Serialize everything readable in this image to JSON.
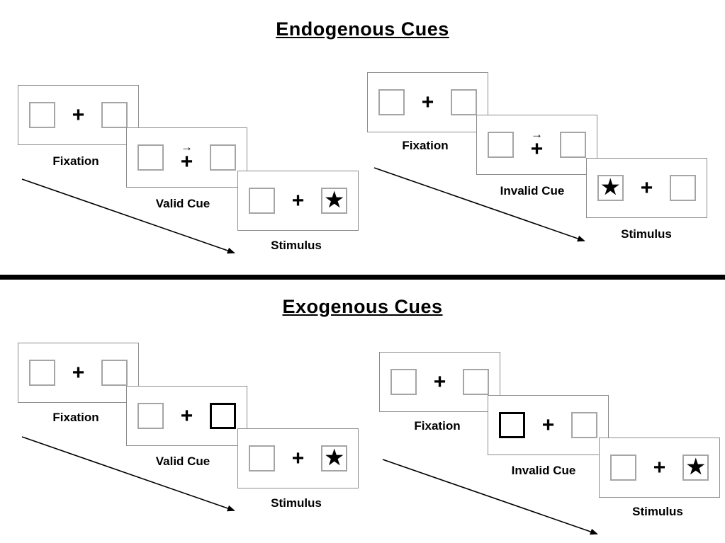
{
  "sections": [
    {
      "title": "Endogenous Cues",
      "sequences": [
        {
          "name": "valid",
          "panels": [
            {
              "label": "Fixation"
            },
            {
              "label": "Valid Cue"
            },
            {
              "label": "Stimulus"
            }
          ]
        },
        {
          "name": "invalid",
          "panels": [
            {
              "label": "Fixation"
            },
            {
              "label": "Invalid Cue"
            },
            {
              "label": "Stimulus"
            }
          ]
        }
      ]
    },
    {
      "title": "Exogenous Cues",
      "sequences": [
        {
          "name": "valid",
          "panels": [
            {
              "label": "Fixation"
            },
            {
              "label": "Valid Cue"
            },
            {
              "label": "Stimulus"
            }
          ]
        },
        {
          "name": "invalid",
          "panels": [
            {
              "label": "Fixation"
            },
            {
              "label": "Invalid Cue"
            },
            {
              "label": "Stimulus"
            }
          ]
        }
      ]
    }
  ],
  "symbols": {
    "plus": "+",
    "star": "★",
    "cue_arrow": "→"
  },
  "colors": {
    "text": "#000000",
    "panel_border": "#8c8c8c",
    "square_border": "#a5a5a5",
    "divider": "#000000"
  }
}
